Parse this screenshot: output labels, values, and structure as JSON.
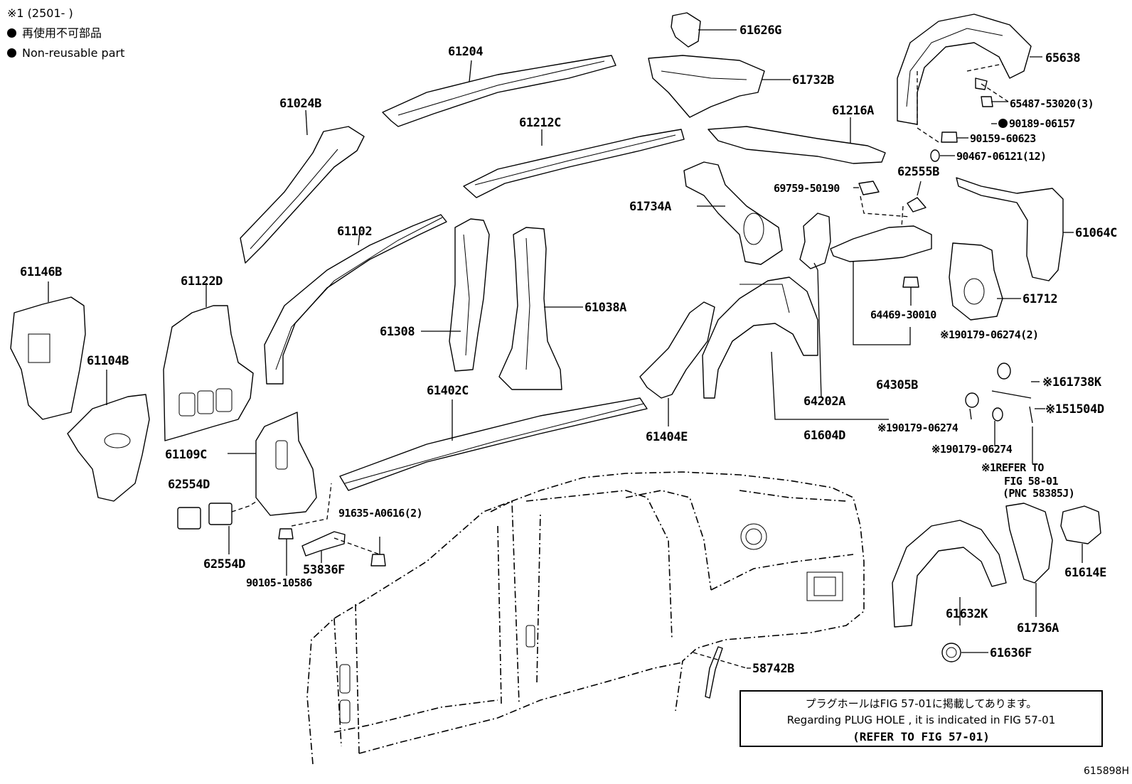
{
  "legend": {
    "note1": "※1 (2501-        )",
    "jp": "再使用不可部品",
    "en": "Non-reusable part"
  },
  "labels": {
    "p61626G": "61626G",
    "p61204": "61204",
    "p61732B": "61732B",
    "p65638": "65638",
    "p61024B": "61024B",
    "p61212C": "61212C",
    "p61216A": "61216A",
    "p65487": "65487-53020(3)",
    "p90189": "90189-06157",
    "p90159": "90159-60623",
    "p90467": "90467-06121(12)",
    "p62555B": "62555B",
    "p69759": "69759-50190",
    "p61734A": "61734A",
    "p61102": "61102",
    "p61064C": "61064C",
    "p61146B": "61146B",
    "p61122D": "61122D",
    "p61038A": "61038A",
    "p61712": "61712",
    "p61308": "61308",
    "p64469": "64469-30010",
    "p61104B": "61104B",
    "p190179_2": "※190179-06274(2)",
    "p61402C": "61402C",
    "p61738K": "※161738K",
    "p64202A": "64202A",
    "p64305B": "64305B",
    "p151504D": "※151504D",
    "p61404E": "61404E",
    "p190179a": "※190179-06274",
    "p61604D": "61604D",
    "p61109C": "61109C",
    "p190179b": "※190179-06274",
    "pRefer1": "※1REFER TO",
    "pRefer2": "FIG 58-01",
    "pRefer3": "(PNC 58385J)",
    "p62554D_a": "62554D",
    "p91635": "91635-A0616(2)",
    "p61614E": "61614E",
    "p62554D_b": "62554D",
    "p53836F": "53836F",
    "p90105": "90105-10586",
    "p61632K": "61632K",
    "p61736A": "61736A",
    "p61636F": "61636F",
    "p58742B": "58742B"
  },
  "note": {
    "line1": "プラグホールはFIG 57-01に掲載してあります。",
    "line2": "Regarding  PLUG  HOLE , it is indicated in FIG  57-01",
    "line3": "(REFER TO FIG 57-01)"
  },
  "figure_id": "615898H"
}
